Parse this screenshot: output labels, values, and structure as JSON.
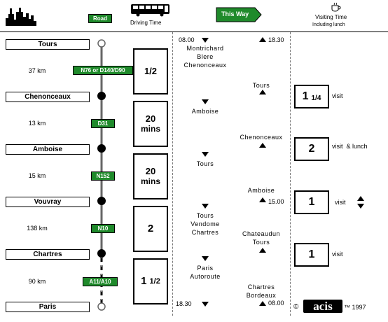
{
  "header": {
    "road_label": "Road",
    "driving_time_label": "Driving Time",
    "this_way_label": "This Way",
    "visiting_time_label": "Visiting Time",
    "visiting_time_sub": "Including lunch"
  },
  "cities": [
    "Tours",
    "Chenonceaux",
    "Amboise",
    "Vouvray",
    "Chartres",
    "Paris"
  ],
  "legs": [
    {
      "distance": "37 km",
      "road": "N76 or D140/D90",
      "time_main": "1/2",
      "time_sub": ""
    },
    {
      "distance": "13 km",
      "road": "D31",
      "time_main": "20",
      "time_sub": "mins"
    },
    {
      "distance": "15 km",
      "road": "N152",
      "time_main": "20",
      "time_sub": "mins"
    },
    {
      "distance": "138 km",
      "road": "N10",
      "time_main": "2",
      "time_sub": ""
    },
    {
      "distance": "90 km",
      "road": "A11/A10",
      "time_main": "1",
      "time_sub": "1/2"
    }
  ],
  "outbound": {
    "start_time": "08.00",
    "end_time": "18.30",
    "stops": [
      "Montrichard\nBlere\nChenonceaux",
      "Amboise",
      "Tours",
      "Tours\nVendome\nChartres",
      "Paris\nAutoroute"
    ]
  },
  "return": {
    "start_time": "08.00",
    "end_time": "18.30",
    "mid_time": "15.00",
    "stops": [
      "Tours",
      "Chenonceaux",
      "Amboise",
      "Chateaudun\nTours",
      "Chartres\nBordeaux"
    ]
  },
  "visits": [
    {
      "main": "1",
      "frac": "1/4",
      "label": "visit"
    },
    {
      "main": "2",
      "frac": "",
      "label": "visit  & lunch"
    },
    {
      "main": "1",
      "frac": "",
      "label": "visit"
    },
    {
      "main": "1",
      "frac": "",
      "label": "visit"
    }
  ],
  "footer": {
    "copyright_symbol": "©",
    "brand": "acis",
    "trademark_year": "™ 1997"
  },
  "colors": {
    "road_green": "#1f8a2b",
    "dashed_grey": "#777777"
  }
}
